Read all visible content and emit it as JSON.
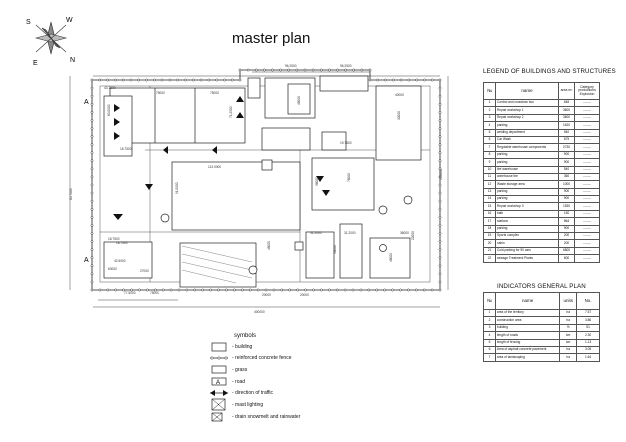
{
  "title": "master plan",
  "compass": {
    "s": "S",
    "w": "W",
    "e": "E",
    "n": "N"
  },
  "legend_buildings": {
    "title": "LEGEND OF BUILDINGS AND STRUCTURES",
    "headers": {
      "no": "№",
      "name": "name",
      "area": "area m²",
      "category": "Category productions Explosion"
    },
    "rows": [
      [
        "1",
        "Control and crossbow box",
        "648",
        "-------"
      ],
      [
        "2",
        "Repair workshop 1",
        "3600",
        "-------"
      ],
      [
        "3",
        "Repair workshop 2",
        "3600",
        "-------"
      ],
      [
        "4",
        "parking",
        "1620",
        "-------"
      ],
      [
        "5",
        "welding department",
        "540",
        "-------"
      ],
      [
        "6",
        "Car Wash",
        "675",
        "-------"
      ],
      [
        "7",
        "Regulable warehouse components",
        "2730",
        "-------"
      ],
      [
        "8",
        "parking",
        "900",
        "-------"
      ],
      [
        "9",
        "parking",
        "900",
        "-------"
      ],
      [
        "10",
        "tire warehouse",
        "540",
        "-------"
      ],
      [
        "11",
        "warehouse tire",
        "360",
        "-------"
      ],
      [
        "12",
        "Waste storage area",
        "1000",
        "-------"
      ],
      [
        "13",
        "parking",
        "900",
        "-------"
      ],
      [
        "14",
        "parking",
        "900",
        "-------"
      ],
      [
        "15",
        "Repair workshop 3",
        "1530",
        "-------"
      ],
      [
        "16",
        "bath",
        "150",
        "-------"
      ],
      [
        "17",
        "stations",
        "864",
        "-------"
      ],
      [
        "18",
        "parking",
        "900",
        "-------"
      ],
      [
        "19",
        "Sports complex",
        "200",
        "-------"
      ],
      [
        "20",
        "cabin",
        "200",
        "-------"
      ],
      [
        "21",
        "Cold parking for 90 cars",
        "6800",
        "-------"
      ],
      [
        "22",
        "sewage Treatment Plants",
        "600",
        "-------"
      ]
    ]
  },
  "indicators": {
    "title": "INDICATORS GENERAL PLAN",
    "headers": {
      "no": "№",
      "name": "name",
      "units": "units",
      "value": "No."
    },
    "rows": [
      [
        "1",
        "area of the territory",
        "ha",
        "7.57"
      ],
      [
        "2",
        "construction area",
        "ha",
        "3.86"
      ],
      [
        "3",
        "building",
        "%",
        "51"
      ],
      [
        "4",
        "length of roads",
        "km",
        "2.30"
      ],
      [
        "5",
        "length of fencing",
        "km",
        "1.13"
      ],
      [
        "6",
        "Area of asphalt concrete pavement",
        "ha",
        "3.05"
      ],
      [
        "7",
        "area of landscaping",
        "ha",
        "1.64"
      ]
    ]
  },
  "symbols": {
    "title": "symbols",
    "items": [
      {
        "label": "- building"
      },
      {
        "label": "- reinforced concrete fence"
      },
      {
        "label": "- grass"
      },
      {
        "label": "- road",
        "glyph": "A"
      },
      {
        "label": "- direction of traffic"
      },
      {
        "label": "- mast lighting"
      },
      {
        "label": "- drain snowmelt and rainwater"
      }
    ]
  },
  "plan_labels": {
    "road_a1": "A",
    "road_a2": "A",
    "dims": [
      "43.7500",
      "75000",
      "75000",
      "71.2500",
      "96.2500",
      "96.2500",
      "48000",
      "40000",
      "40000",
      "60.0000",
      "113.0000",
      "91.0000",
      "36000",
      "18.7500",
      "19.7500",
      "18.7500",
      "42.5000",
      "76000",
      "31.2000",
      "31.2000",
      "36000",
      "48000",
      "75000",
      "77.5000",
      "20000",
      "20000",
      "36000",
      "400000",
      "270000",
      "60.7000",
      "18.7500",
      "27000",
      "60000",
      "48000",
      "22000"
    ]
  }
}
